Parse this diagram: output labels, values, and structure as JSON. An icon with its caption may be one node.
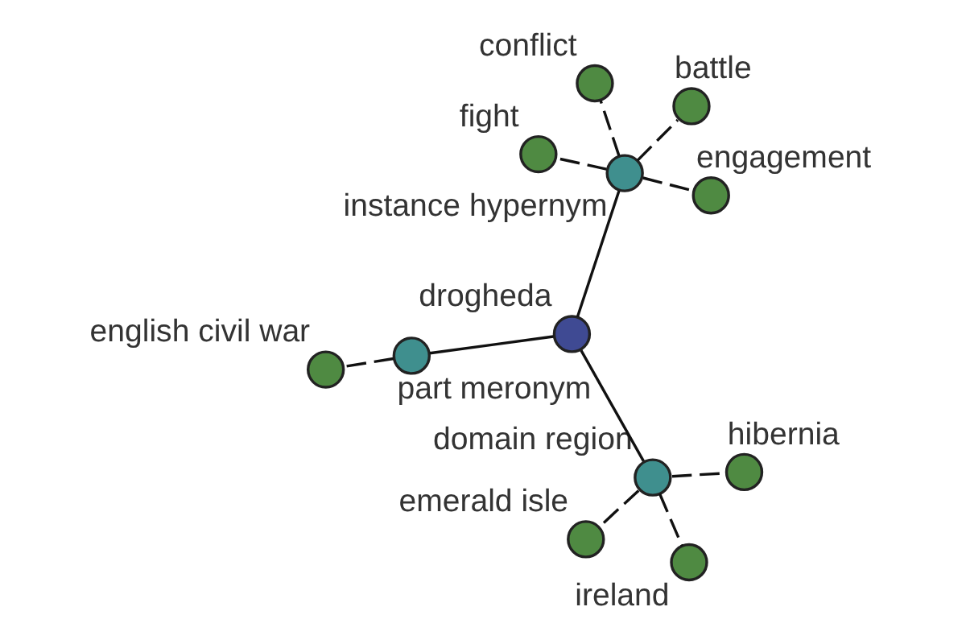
{
  "diagram": {
    "nodes": [
      {
        "text": [
          "conflict"
        ]
      },
      {
        "text": [
          "battle"
        ]
      },
      {
        "text": [
          "fight"
        ]
      },
      {
        "text": [
          "instance hypernym"
        ]
      },
      {
        "text": [
          "english civil war"
        ]
      },
      {
        "text": [
          "engagement"
        ]
      },
      {
        "text": [
          "part meronym"
        ]
      },
      {
        "text": [
          "drogheda"
        ]
      },
      {
        "text": [
          "ireland"
        ]
      },
      {
        "text": [
          "domain region"
        ]
      },
      {
        "text": [
          "hibernia"
        ]
      },
      {
        "text": [
          "emerald isle"
        ]
      }
    ],
    "edges": [
      {
        "from": 7,
        "to": 6,
        "arrow": "none"
      },
      {
        "from": 7,
        "to": 3,
        "arrow": "none"
      },
      {
        "from": 7,
        "to": 9,
        "arrow": "none"
      },
      {
        "from": 6,
        "to": 4,
        "arrow": "none",
        "style": "dashed"
      },
      {
        "from": 3,
        "to": 1,
        "arrow": "none",
        "style": "dashed"
      },
      {
        "from": 3,
        "to": 0,
        "arrow": "none",
        "style": "dashed"
      },
      {
        "from": 3,
        "to": 2,
        "arrow": "none",
        "style": "dashed"
      },
      {
        "from": 3,
        "to": 5,
        "arrow": "none",
        "style": "dashed"
      },
      {
        "from": 9,
        "to": 8,
        "arrow": "none",
        "style": "dashed"
      },
      {
        "from": 9,
        "to": 10,
        "arrow": "none",
        "style": "dashed"
      },
      {
        "from": 9,
        "to": 11,
        "arrow": "none",
        "style": "dashed"
      }
    ]
  }
}
